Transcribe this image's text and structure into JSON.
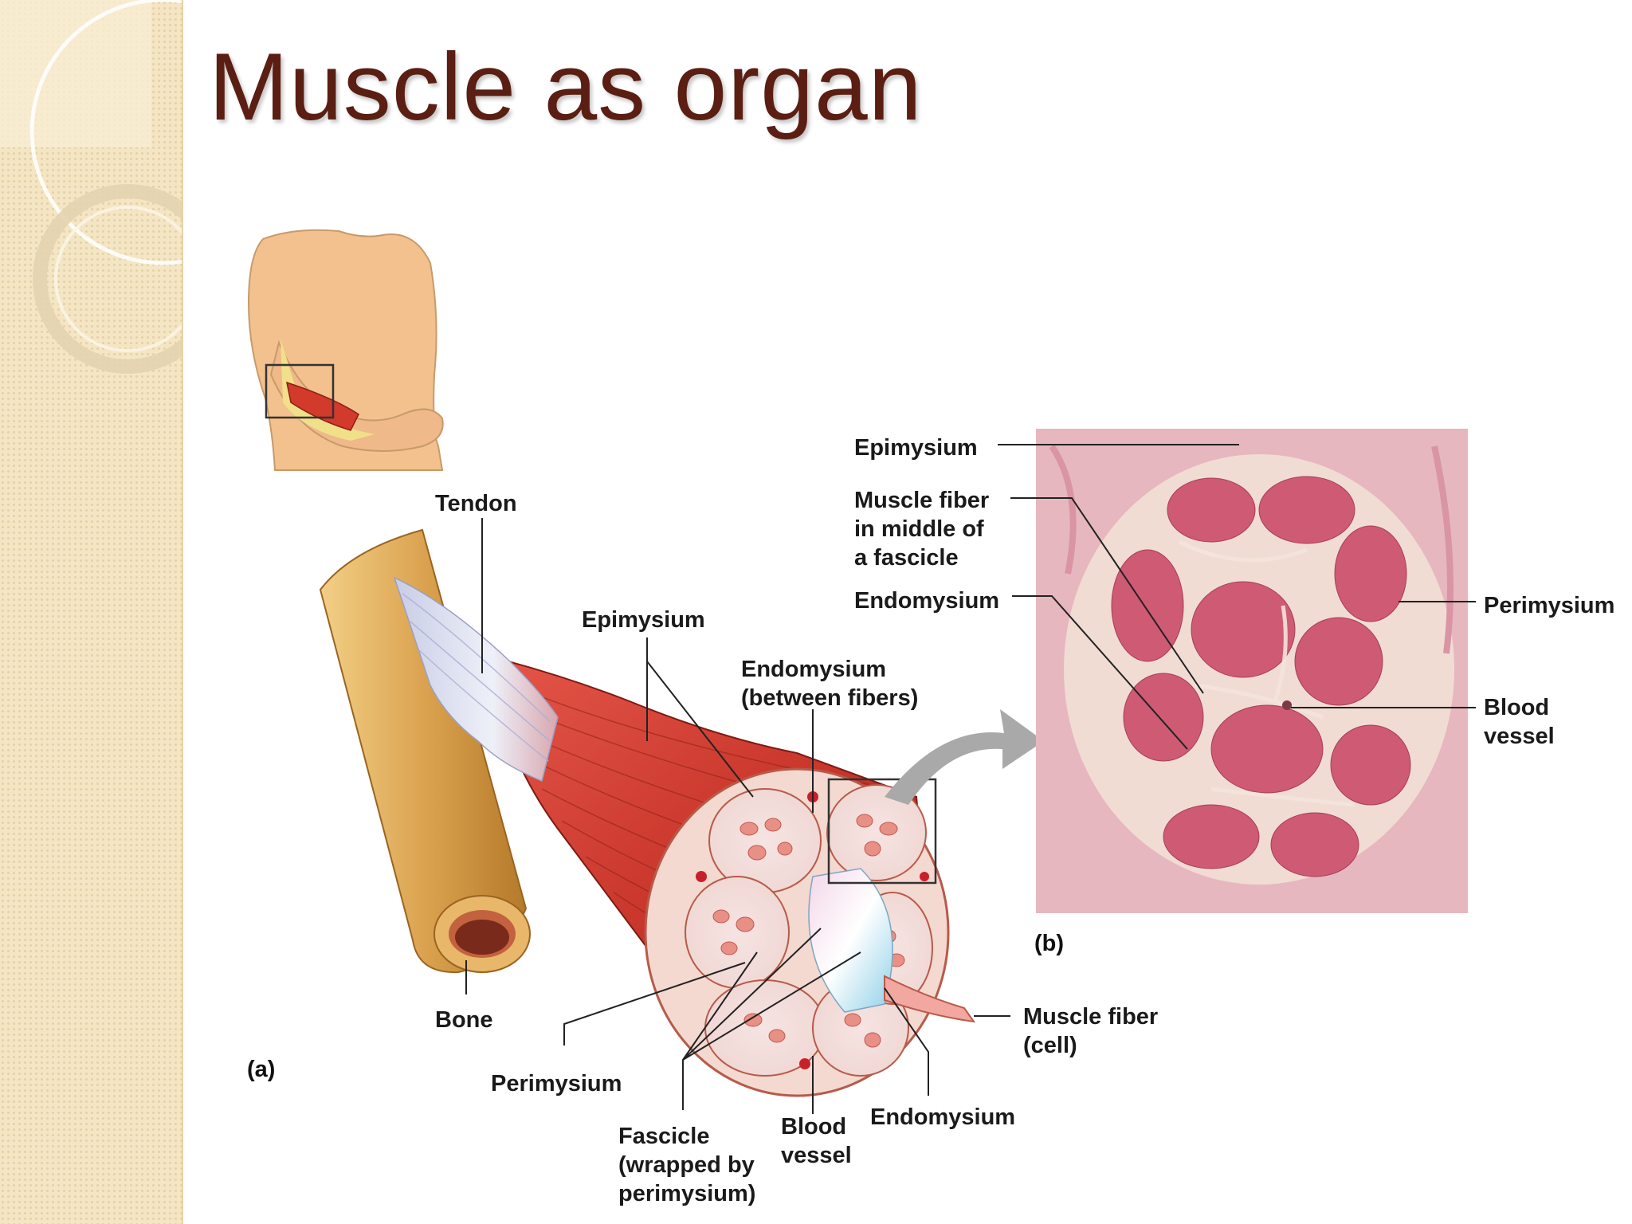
{
  "slide": {
    "title": "Muscle as organ"
  },
  "panel_a": {
    "tag": "(a)",
    "labels": {
      "tendon": "Tendon",
      "epimysium": "Epimysium",
      "endomysium_between": "Endomysium\n(between fibers)",
      "bone": "Bone",
      "perimysium": "Perimysium",
      "fascicle": "Fascicle\n(wrapped by\nperimysium)",
      "blood_vessel": "Blood\nvessel",
      "endomysium": "Endomysium",
      "muscle_fiber": "Muscle fiber\n(cell)"
    }
  },
  "panel_b": {
    "tag": "(b)",
    "labels": {
      "epimysium": "Epimysium",
      "muscle_fiber_middle": "Muscle fiber\nin middle of\na fascicle",
      "endomysium": "Endomysium",
      "perimysium": "Perimysium",
      "blood_vessel": "Blood\nvessel"
    }
  },
  "colors": {
    "title": "#5a1e12",
    "muscle": "#c8352a",
    "bone": "#d9a24a",
    "tissue": "#d2687e"
  }
}
